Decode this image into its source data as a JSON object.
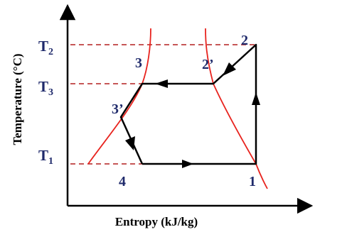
{
  "axes": {
    "x_label": "Entropy (kJ/kg)",
    "y_label": "Temperature (°C)"
  },
  "levels": [
    {
      "id": "t2",
      "main": "T",
      "sub": "2"
    },
    {
      "id": "t3",
      "main": "T",
      "sub": "3"
    },
    {
      "id": "t1",
      "main": "T",
      "sub": "1"
    }
  ],
  "points": {
    "p1": "1",
    "p2": "2",
    "p2prime": "2’",
    "p3": "3",
    "p3prime": "3’",
    "p4": "4"
  },
  "colors": {
    "label": "#1f2a6b",
    "dome": "#e8231e",
    "dashed": "#b31e1e",
    "cycle": "#000000"
  }
}
